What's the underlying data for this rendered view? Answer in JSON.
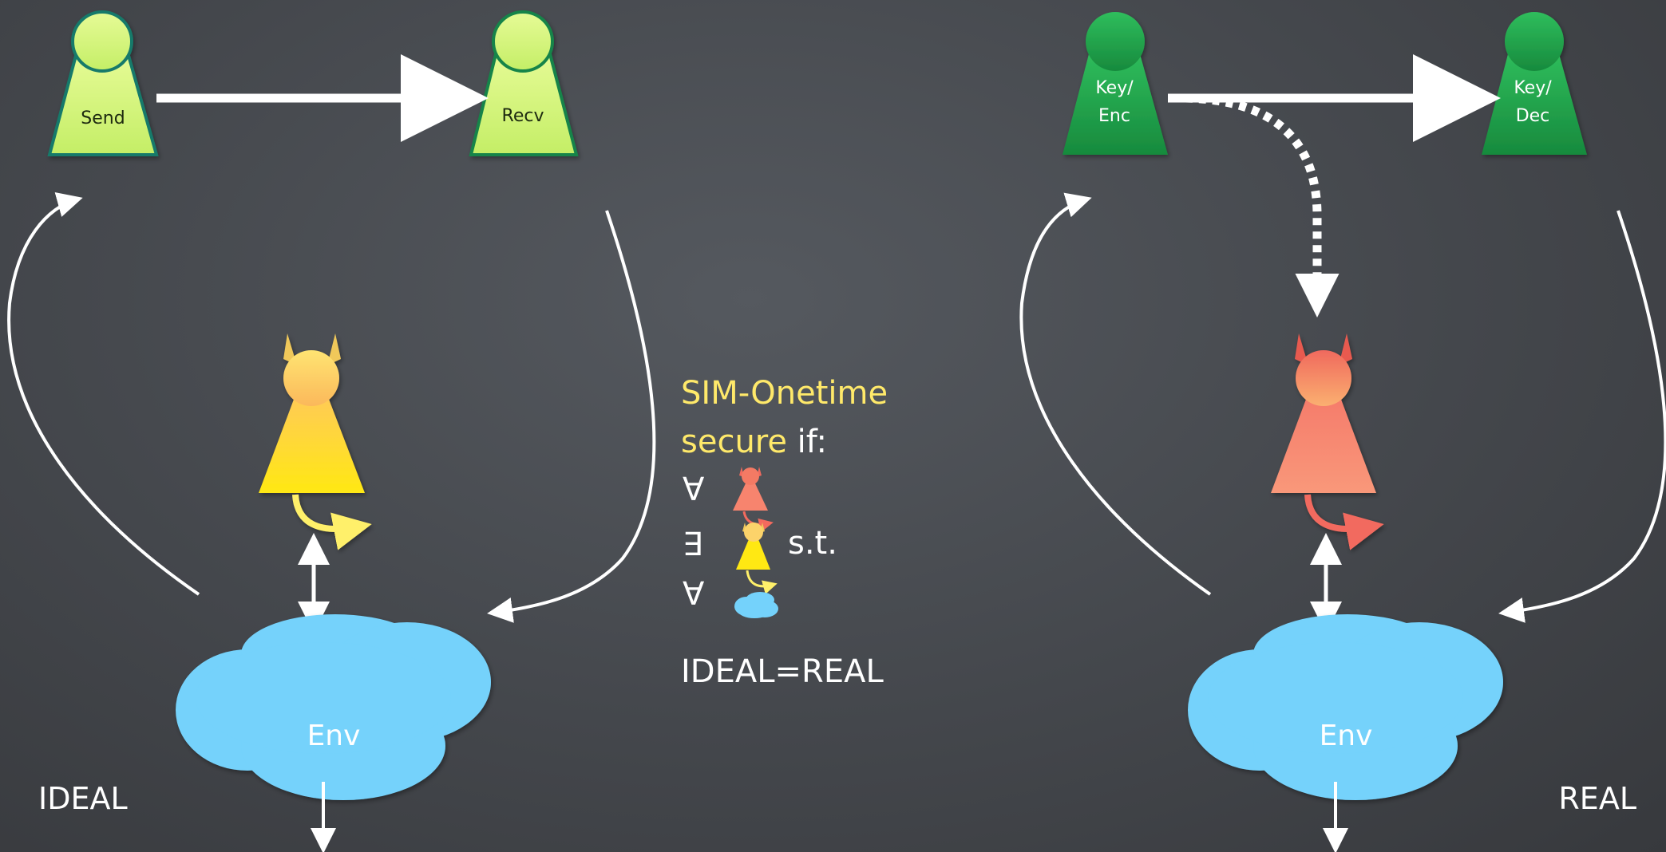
{
  "ideal": {
    "sender_label": "Send",
    "receiver_label": "Recv",
    "env_label": "Env",
    "world_label": "IDEAL"
  },
  "real": {
    "sender_label_line1": "Key/",
    "sender_label_line2": "Enc",
    "receiver_label_line1": "Key/",
    "receiver_label_line2": "Dec",
    "env_label": "Env",
    "world_label": "REAL"
  },
  "definition": {
    "line1": "SIM-Onetime",
    "line2_highlight": "secure",
    "line2_rest": " if:",
    "forall_symbol": "∀",
    "exists_symbol": "∃",
    "such_that": "s.t.",
    "conclusion": "IDEAL=REAL"
  },
  "colors": {
    "background": "#45484d",
    "ideal_party": "#d2f57a",
    "real_party": "#1f9e4a",
    "ideal_simulator": "#ffe01a",
    "real_adversary": "#f5836a",
    "environment": "#74d2fb",
    "highlight_text": "#ffe96a"
  },
  "icons": {
    "party": "pawn-icon",
    "adversary": "horned-pawn-icon",
    "environment": "cloud-icon"
  }
}
